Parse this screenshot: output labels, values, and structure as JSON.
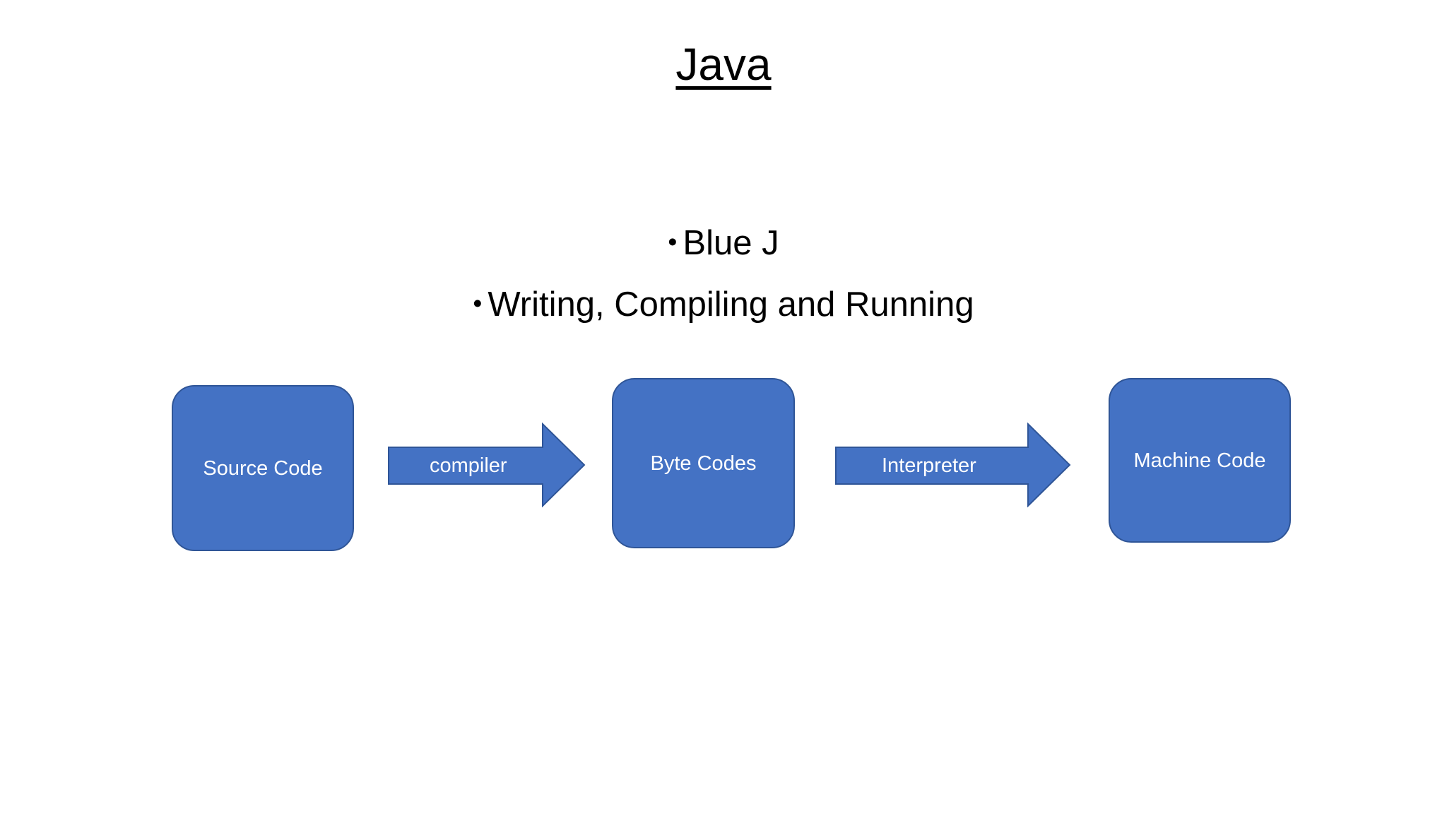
{
  "slide": {
    "title": "Java",
    "bullets": [
      {
        "marker": "•",
        "text": "Blue J"
      },
      {
        "marker": "•",
        "text": "Writing, Compiling and Running"
      }
    ],
    "diagram": {
      "nodes": [
        {
          "id": "source-code",
          "label": "Source Code"
        },
        {
          "id": "byte-codes",
          "label": "Byte Codes"
        },
        {
          "id": "machine-code",
          "label": "Machine Code"
        }
      ],
      "arrows": [
        {
          "id": "compiler",
          "label": "compiler",
          "from": "source-code",
          "to": "byte-codes"
        },
        {
          "id": "interpreter",
          "label": "Interpreter",
          "from": "byte-codes",
          "to": "machine-code"
        }
      ]
    },
    "colors": {
      "shape_fill": "#4472C4",
      "shape_border": "#2F5597",
      "shape_text": "#FFFFFF",
      "body_text": "#000000",
      "background": "#FFFFFF"
    }
  }
}
